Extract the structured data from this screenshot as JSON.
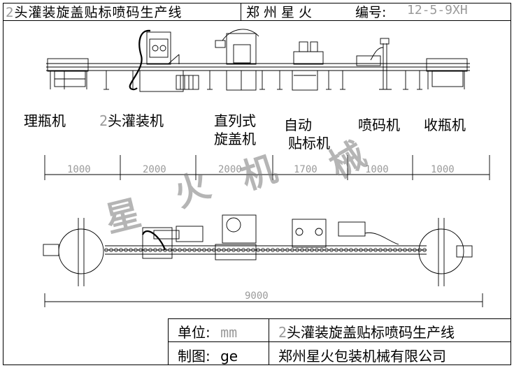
{
  "title_block": {
    "line_prefix": "2",
    "line_name": "头灌装旋盖贴标喷码生产线",
    "company_short": "郑州星火",
    "code_label": "编号:",
    "code_value": "12-5-9XH"
  },
  "machines": [
    {
      "label": "理瓶机"
    },
    {
      "label_prefix": "2",
      "label": "头灌装机"
    },
    {
      "label_line1": "直列式",
      "label_line2": "旋盖机"
    },
    {
      "label_line1": "自动",
      "label_line2": "贴标机"
    },
    {
      "label": "喷码机"
    },
    {
      "label": "收瓶机"
    }
  ],
  "dimensions": {
    "segments": [
      "1000",
      "2000",
      "2000",
      "1700",
      "1000",
      "1000"
    ],
    "total": "9000"
  },
  "watermark": [
    "星",
    "火",
    "机",
    "械"
  ],
  "info_table": {
    "unit_label": "单位:",
    "unit_value": "mm",
    "drawer_label": "制图:",
    "drawer_value": "ge",
    "line_prefix": "2",
    "line_name": "头灌装旋盖贴标喷码生产线",
    "company": "郑州星火包装机械有限公司"
  }
}
